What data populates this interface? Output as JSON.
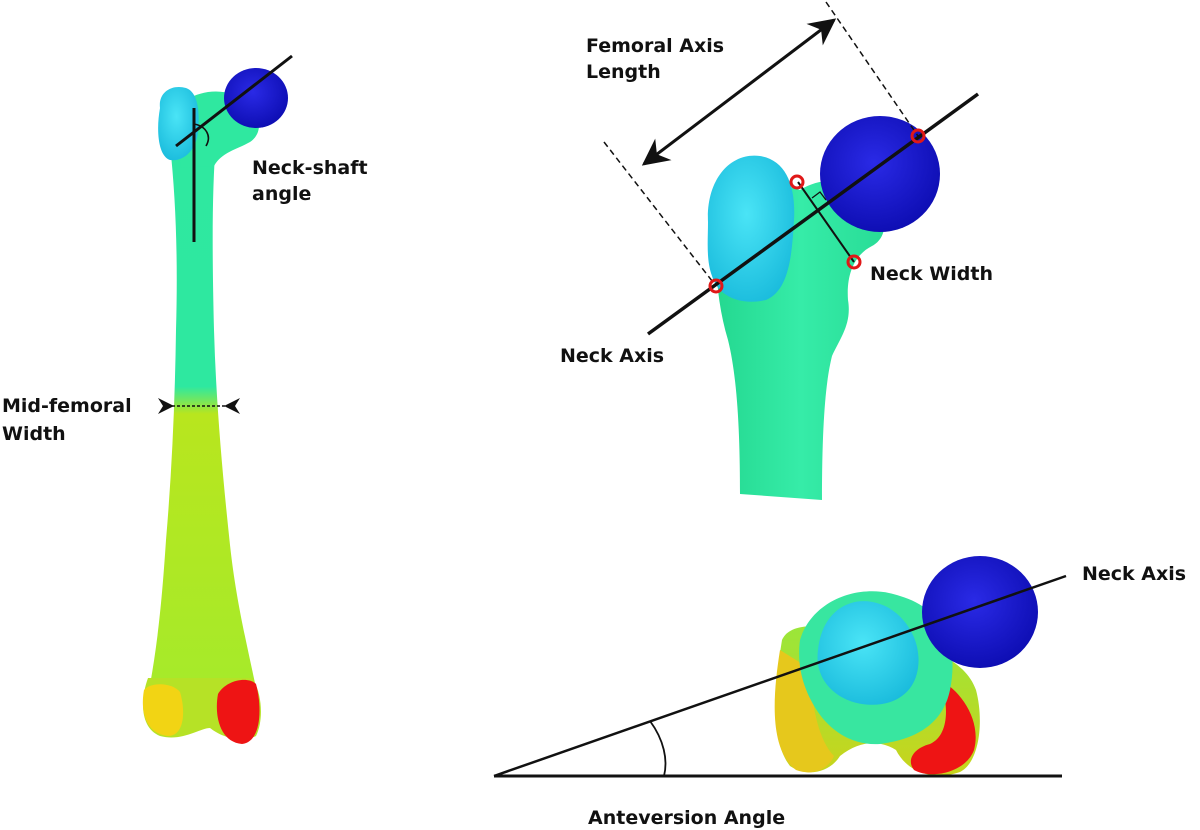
{
  "labels": {
    "neck_shaft_angle_line1": "Neck-shaft",
    "neck_shaft_angle_line2": "angle",
    "mid_femoral_width_line1": "Mid-femoral",
    "mid_femoral_width_line2": "Width",
    "femoral_axis_length_line1": "Femoral Axis",
    "femoral_axis_length_line2": "Length",
    "neck_width": "Neck Width",
    "neck_axis_top": "Neck Axis",
    "neck_axis_bottom": "Neck Axis",
    "anteversion_angle": "Anteversion Angle"
  },
  "colors": {
    "femoral_head": "#1414c8",
    "greater_trochanter": "#2ad2ee",
    "proximal_shaft": "#2fe8a0",
    "distal_shaft": "#a8ea28",
    "lateral_condyle": "#f0d010",
    "medial_condyle": "#ee1414",
    "landmark_marker": "#e01818",
    "annotation_line": "#111111"
  }
}
